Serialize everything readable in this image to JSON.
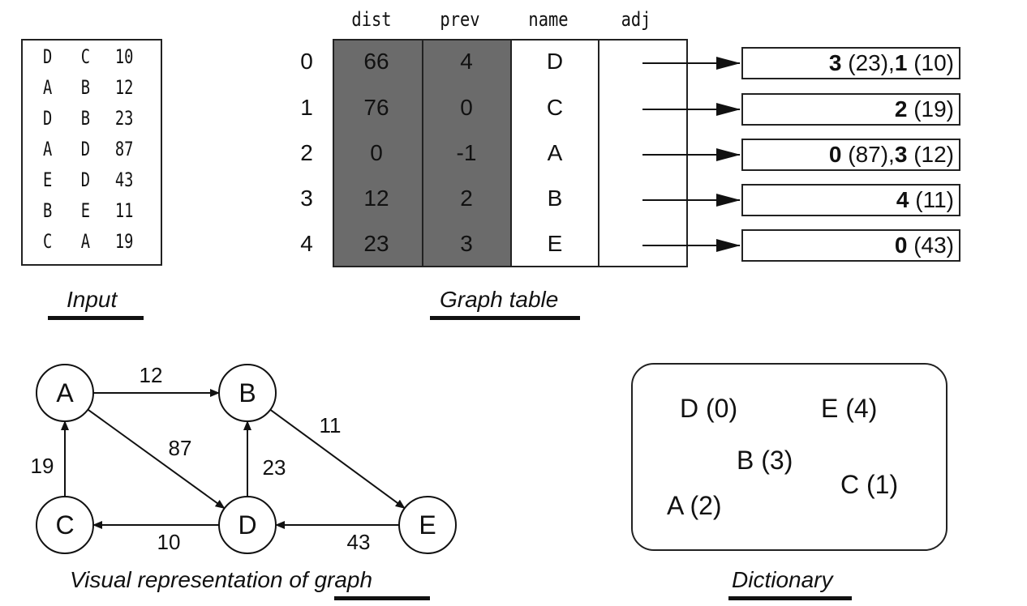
{
  "input": {
    "rows": [
      {
        "from": "D",
        "to": "C",
        "weight": "10"
      },
      {
        "from": "A",
        "to": "B",
        "weight": "12"
      },
      {
        "from": "D",
        "to": "B",
        "weight": "23"
      },
      {
        "from": "A",
        "to": "D",
        "weight": "87"
      },
      {
        "from": "E",
        "to": "D",
        "weight": "43"
      },
      {
        "from": "B",
        "to": "E",
        "weight": "11"
      },
      {
        "from": "C",
        "to": "A",
        "weight": "19"
      }
    ],
    "caption": "Input"
  },
  "graph_table": {
    "headers": {
      "dist": "dist",
      "prev": "prev",
      "name": "name",
      "adj": "adj"
    },
    "rows": [
      {
        "index": "0",
        "dist": "66",
        "prev": "4",
        "name": "D",
        "adj": [
          {
            "node": "3",
            "weight": " (23),"
          },
          {
            "node": "1",
            "weight": " (10)"
          }
        ]
      },
      {
        "index": "1",
        "dist": "76",
        "prev": "0",
        "name": "C",
        "adj": [
          {
            "node": "2",
            "weight": " (19)"
          }
        ]
      },
      {
        "index": "2",
        "dist": "0",
        "prev": "-1",
        "name": "A",
        "adj": [
          {
            "node": "0",
            "weight": " (87),"
          },
          {
            "node": "3",
            "weight": " (12)"
          }
        ]
      },
      {
        "index": "3",
        "dist": "12",
        "prev": "2",
        "name": "B",
        "adj": [
          {
            "node": "4",
            "weight": " (11)"
          }
        ]
      },
      {
        "index": "4",
        "dist": "23",
        "prev": "3",
        "name": "E",
        "adj": [
          {
            "node": "0",
            "weight": " (43)"
          }
        ]
      }
    ],
    "caption": "Graph table",
    "shade_color": "#6b6b6b"
  },
  "graph": {
    "nodes": [
      "A",
      "B",
      "C",
      "D",
      "E"
    ],
    "edges": [
      {
        "from": "A",
        "to": "B",
        "weight": "12"
      },
      {
        "from": "A",
        "to": "D",
        "weight": "87"
      },
      {
        "from": "D",
        "to": "B",
        "weight": "23"
      },
      {
        "from": "B",
        "to": "E",
        "weight": "11"
      },
      {
        "from": "C",
        "to": "A",
        "weight": "19"
      },
      {
        "from": "D",
        "to": "C",
        "weight": "10"
      },
      {
        "from": "E",
        "to": "D",
        "weight": "43"
      }
    ],
    "caption": "Visual representation of graph"
  },
  "dictionary": {
    "entries": [
      "D (0)",
      "E (4)",
      "B (3)",
      "C (1)",
      "A (2)"
    ],
    "caption": "Dictionary"
  }
}
